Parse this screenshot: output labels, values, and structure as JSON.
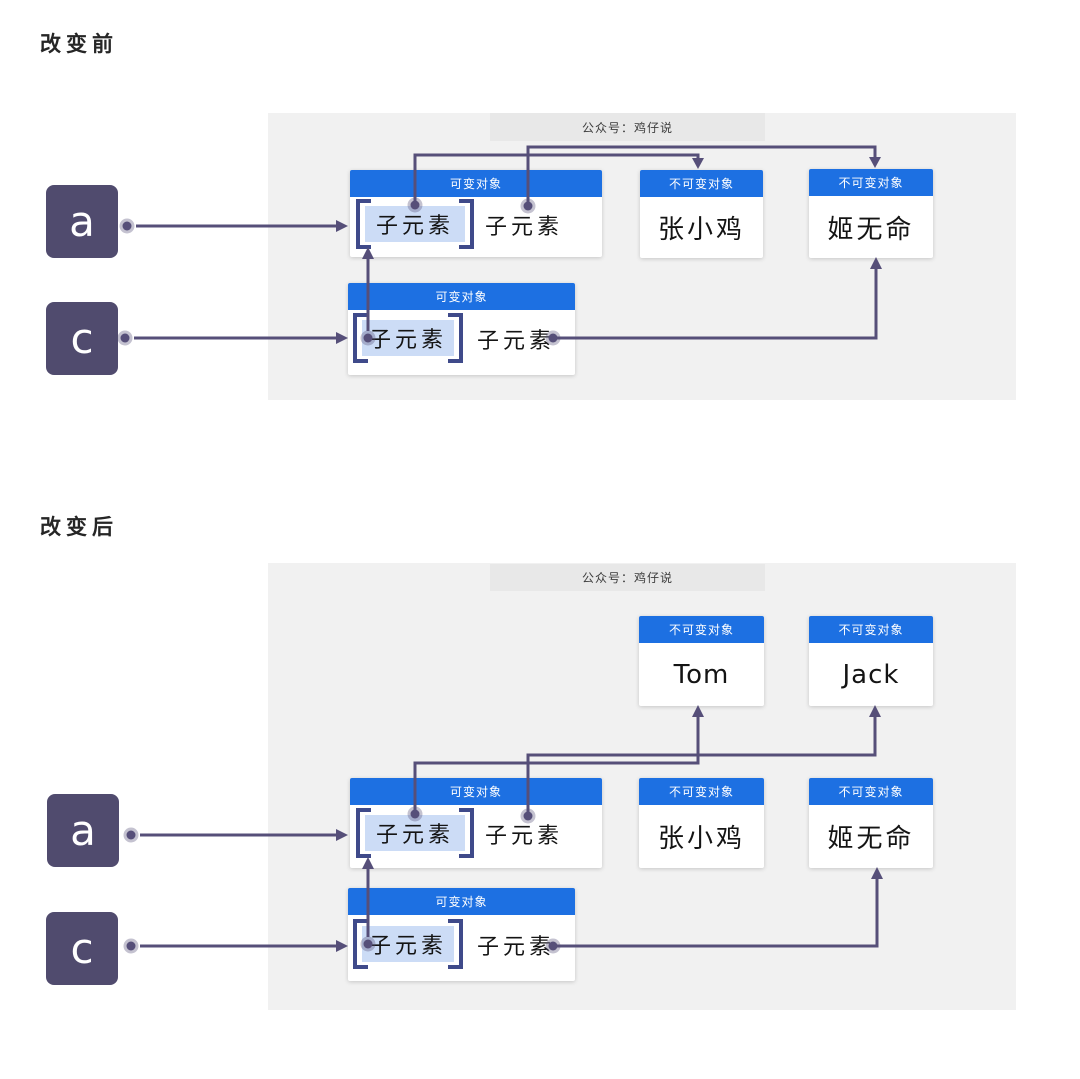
{
  "sections": {
    "before": {
      "title": "改变前"
    },
    "after": {
      "title": "改变后"
    }
  },
  "watermark": "公众号：鸡仔说",
  "card_labels": {
    "mutable": "可变对象",
    "immutable": "不可变对象"
  },
  "element_label": "子元素",
  "names": {
    "zhang": "张小鸡",
    "ji": "姬无命",
    "tom": "Tom",
    "jack": "Jack"
  },
  "variables": {
    "a": "a",
    "c": "c"
  },
  "colors": {
    "header_blue": "#1d70e2",
    "highlight_blue": "#ccdcf6",
    "bracket_blue": "#3f4a8a",
    "connector_purple": "#564f79",
    "variable_box_purple": "#504b6e",
    "panel_bg": "#f1f1f1",
    "band_bg": "#e8e8e8"
  }
}
